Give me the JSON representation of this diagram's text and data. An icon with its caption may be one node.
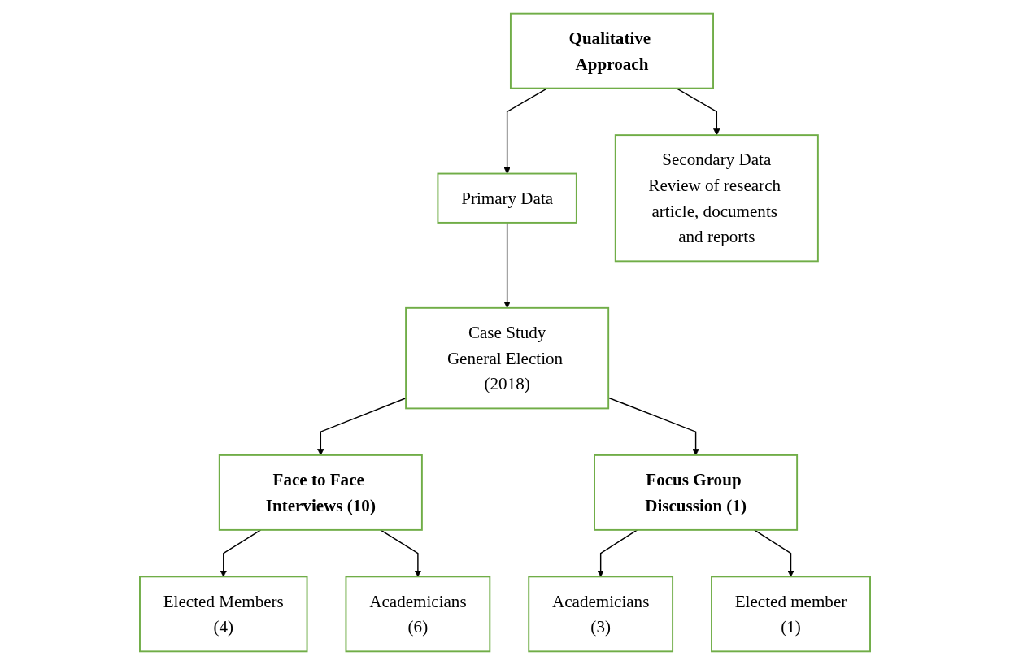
{
  "diagram": {
    "nodes": [
      {
        "text": [
          "Qualitative Approach"
        ]
      },
      {
        "text": [
          "Primary Data"
        ]
      },
      {
        "text": [
          "Secondary Data",
          "Review of research article, documents and reports"
        ]
      },
      {
        "text": [
          "Case Study",
          "General Election (2018)"
        ]
      },
      {
        "text": [
          "Face to Face Interviews (10)"
        ]
      },
      {
        "text": [
          "Focus Group Discussion (1)"
        ]
      },
      {
        "text": [
          "Elected Members",
          "(4)"
        ]
      },
      {
        "text": [
          "Academicians",
          "(6)"
        ]
      },
      {
        "text": [
          "Academicians",
          "(3)"
        ]
      },
      {
        "text": [
          "Elected member",
          "(1)"
        ]
      }
    ],
    "edges": [
      {
        "from": 0,
        "to": 1,
        "arrow": "to"
      },
      {
        "from": 0,
        "to": 2,
        "arrow": "to"
      },
      {
        "from": 1,
        "to": 3,
        "arrow": "to"
      },
      {
        "from": 3,
        "to": 4,
        "arrow": "to"
      },
      {
        "from": 3,
        "to": 5,
        "arrow": "to"
      },
      {
        "from": 4,
        "to": 6,
        "arrow": "to"
      },
      {
        "from": 4,
        "to": 7,
        "arrow": "to"
      },
      {
        "from": 5,
        "to": 8,
        "arrow": "to"
      },
      {
        "from": 5,
        "to": 9,
        "arrow": "to"
      }
    ]
  }
}
